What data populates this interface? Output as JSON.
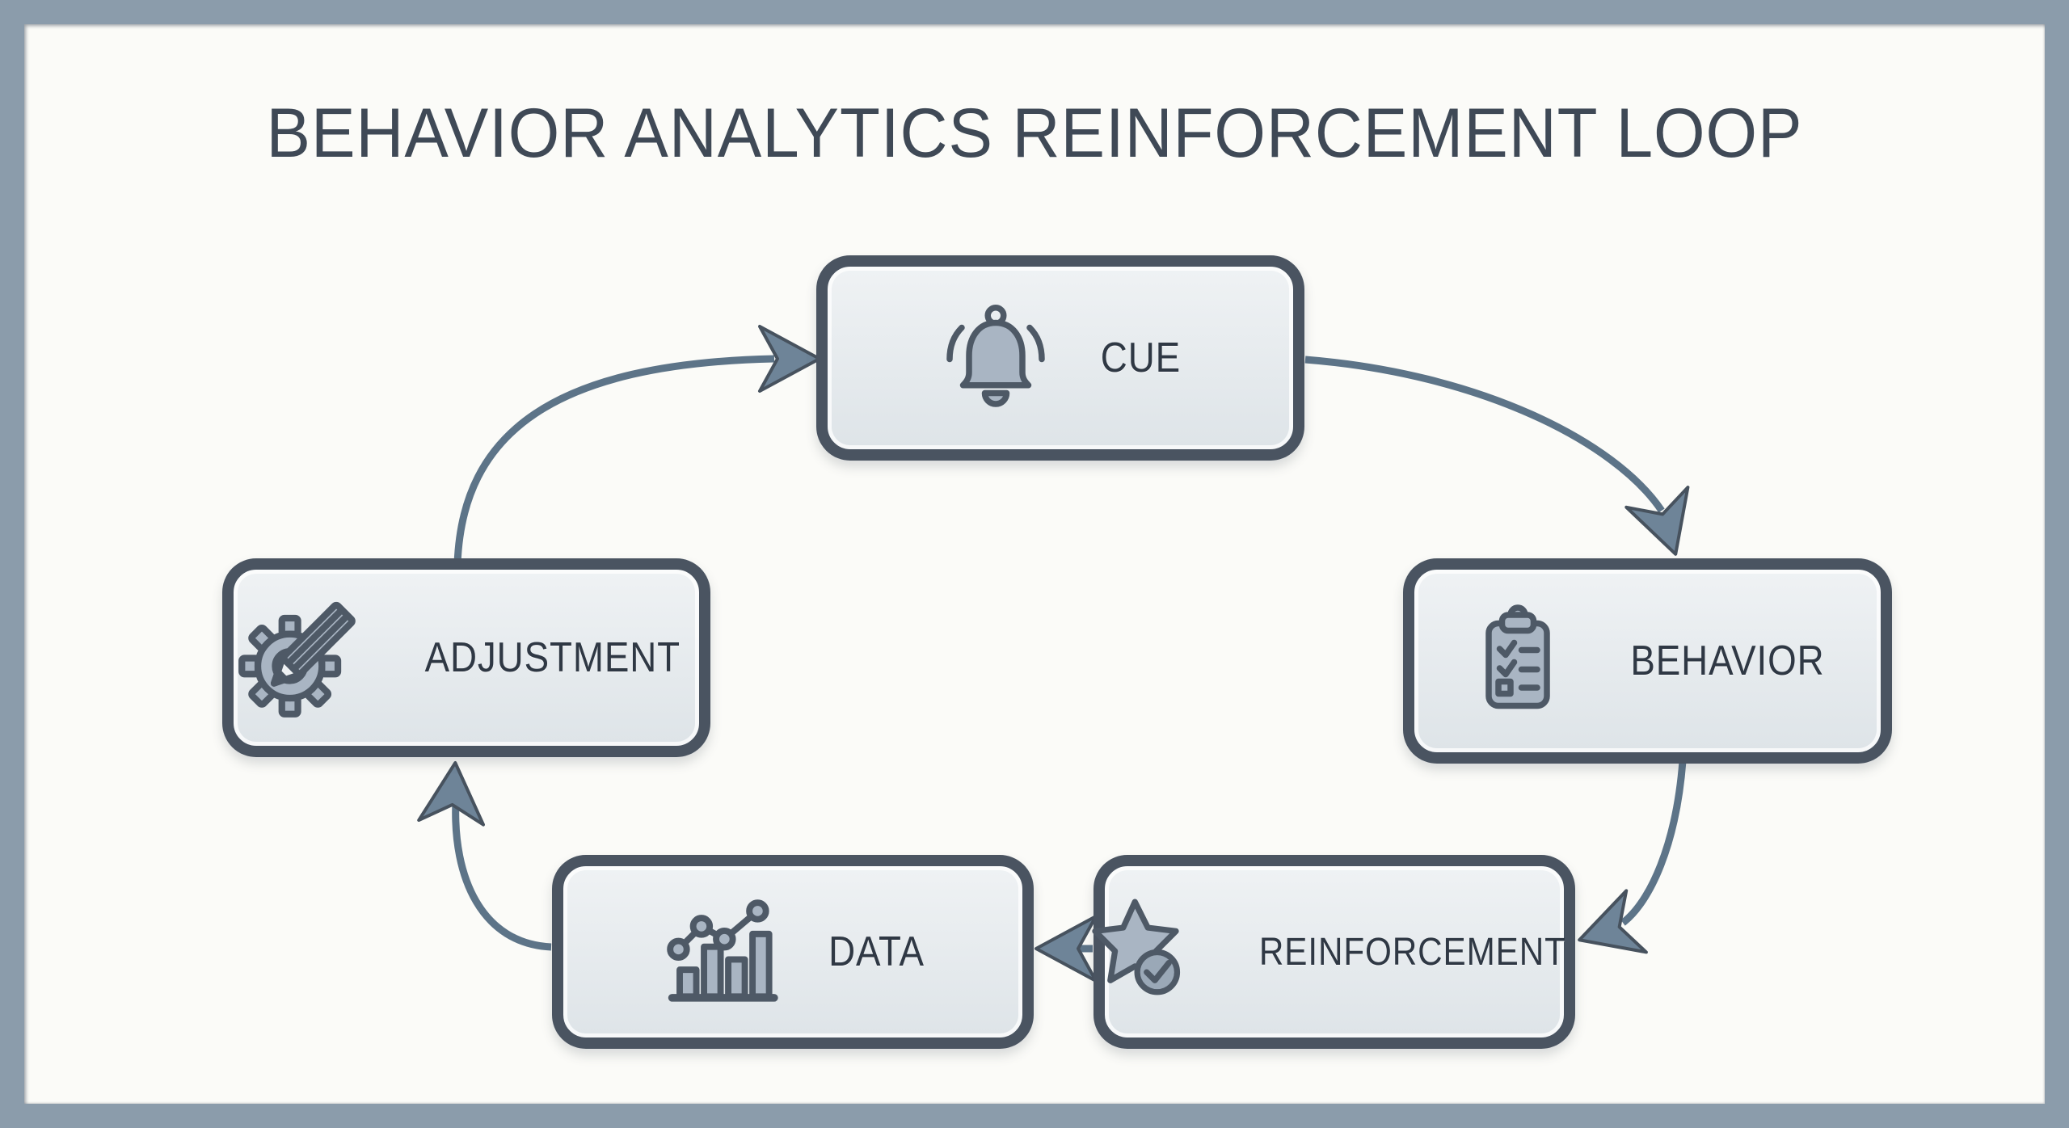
{
  "title": "BEHAVIOR ANALYTICS REINFORCEMENT LOOP",
  "nodes": [
    {
      "id": "cue",
      "label": "CUE",
      "icon": "bell-icon"
    },
    {
      "id": "behavior",
      "label": "BEHAVIOR",
      "icon": "clipboard-checklist-icon"
    },
    {
      "id": "reinforcement",
      "label": "REINFORCEMENT",
      "icon": "star-check-icon"
    },
    {
      "id": "data",
      "label": "DATA",
      "icon": "chart-icon"
    },
    {
      "id": "adjustment",
      "label": "ADJUSTMENT",
      "icon": "gear-pencil-icon"
    }
  ],
  "arrows": [
    {
      "from": "adjustment",
      "to": "cue"
    },
    {
      "from": "cue",
      "to": "behavior"
    },
    {
      "from": "behavior",
      "to": "reinforcement"
    },
    {
      "from": "reinforcement",
      "to": "data"
    },
    {
      "from": "data",
      "to": "adjustment"
    }
  ],
  "colors": {
    "frame": "#8b9cab",
    "canvas": "#fbfbf8",
    "box_border": "#4a5461",
    "box_fill_top": "#eff2f4",
    "box_fill_bottom": "#dee4e8",
    "label": "#2f3844",
    "title": "#3f4956",
    "icon_stroke": "#4e5966",
    "icon_fill": "#a9b5c3",
    "arrow": "#5d7488",
    "arrowhead_fill": "#6e8498",
    "arrowhead_stroke": "#47525e"
  }
}
